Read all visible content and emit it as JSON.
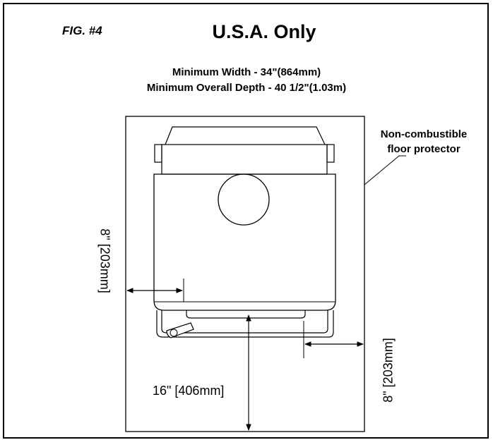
{
  "figure": {
    "label": "FIG. #4",
    "title": "U.S.A. Only",
    "subtitle_width": "Minimum Width - 34\"(864mm)",
    "subtitle_depth": "Minimum Overall Depth - 40 1/2\"(1.03m)"
  },
  "callouts": {
    "floor_protector_line1": "Non-combustible",
    "floor_protector_line2": "floor protector"
  },
  "dimensions": {
    "side_clearance": "8\" [203mm]",
    "rear_clearance": "8\" [203mm]",
    "front_clearance": "16\" [406mm]"
  }
}
